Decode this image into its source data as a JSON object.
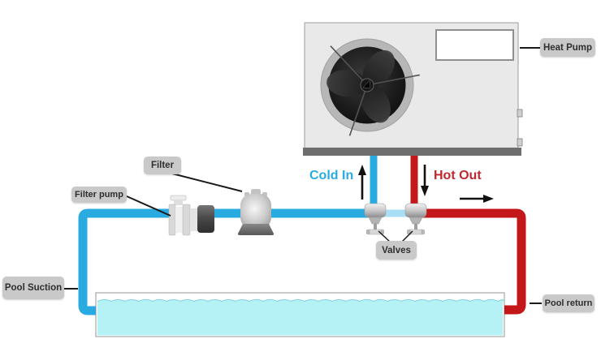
{
  "labels": {
    "heat_pump": "Heat Pump",
    "filter": "Filter",
    "filter_pump": "Filter pump",
    "pool_suction": "Pool Suction",
    "pool_return": "Pool return",
    "valves": "Valves"
  },
  "flow": {
    "cold_in": "Cold In",
    "hot_out": "Hot Out"
  },
  "colors": {
    "cold": "#29ABE2",
    "hot": "#C41719",
    "hot_text": "#C1272D",
    "pale_connector": "#A9DFF4",
    "water": "#B5F2F5",
    "water_line": "#84D2DB",
    "label_bg": "#C9C9C9",
    "label_text": "#2E2E2E"
  }
}
